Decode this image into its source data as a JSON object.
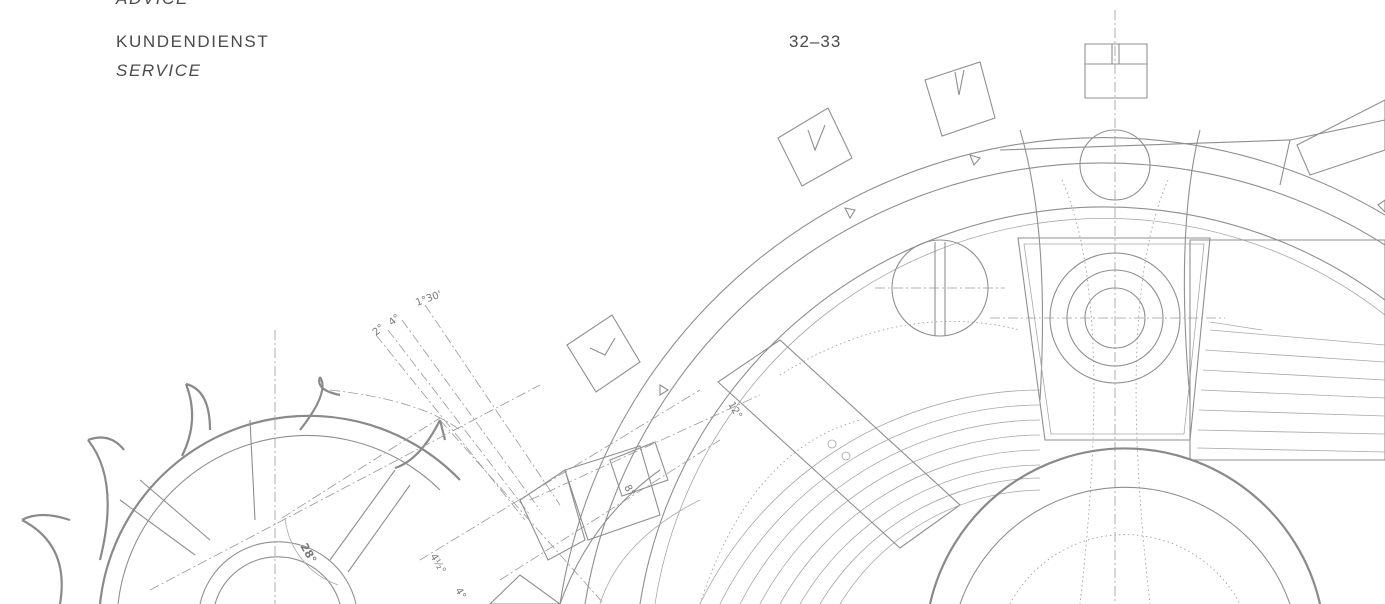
{
  "toc": {
    "entries": [
      {
        "primary": "",
        "secondary": "ADVICE",
        "page": ""
      },
      {
        "primary": "KUNDENDIENST",
        "secondary": "SERVICE",
        "page": "32–33"
      }
    ]
  },
  "drawing": {
    "description_icon": "watch-escapement-technical-drawing",
    "annotations": [
      "1°30'",
      "2°",
      "4°",
      "12°",
      "8°",
      "28°",
      "4½°",
      "4°"
    ]
  }
}
